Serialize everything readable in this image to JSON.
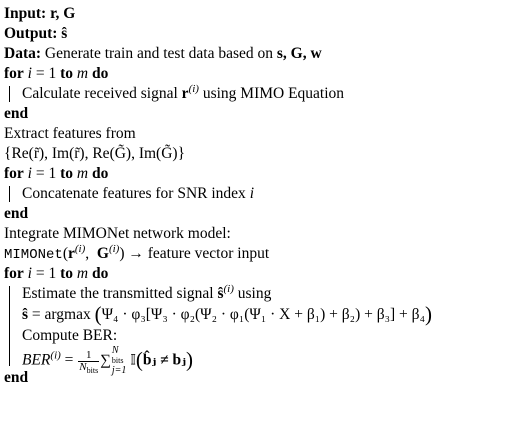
{
  "algorithm": {
    "input_label": "Input:",
    "input_value": "r, G",
    "output_label": "Output:",
    "output_value": "ŝ",
    "data_label": "Data:",
    "data_text": "Generate train and test data based on",
    "data_vars": "s, G, w",
    "for_keyword": "for",
    "for_var": "i",
    "for_range_mid": " = 1 ",
    "to_keyword": "to",
    "for_m": "m",
    "do_keyword": "do",
    "end_keyword": "end",
    "loop1_body_pre": "Calculate received signal",
    "loop1_var": "r",
    "loop1_sup": "(i)",
    "loop1_body_post": "using MIMO Equation",
    "extract_line": "Extract features from",
    "features_set": "{Re(r̃), Im(r̃), Re(G̃), Im(G̃)}",
    "loop2_body_pre": "Concatenate features for SNR index",
    "loop2_var": "i",
    "integrate_line": "Integrate MIMONet network model:",
    "mimonet_call": "MIMONet",
    "mimonet_args_open": "(",
    "mimonet_arg1": "r",
    "mimonet_arg_sup": "(i)",
    "mimonet_sep": ",  ",
    "mimonet_arg2": "G",
    "mimonet_args_close": ")",
    "mimonet_arrow": " → feature vector input",
    "loop3_line1_pre": "Estimate the transmitted signal",
    "loop3_line1_var": "ŝ",
    "loop3_line1_sup": "(i)",
    "loop3_line1_post": "using",
    "estimate_lhs": "ŝ",
    "estimate_eq": " = argmax ",
    "estimate_body": "Ψ₄ · φ₃[Ψ₃ · φ₂(Ψ₂ · φ₁(Ψ₁ · X + β₁) + β₂) + β₃] + β₄",
    "compute_ber": "Compute BER:",
    "ber_lhs": "BER",
    "ber_sup": "(i)",
    "ber_eq": " = ",
    "frac_num": "1",
    "frac_den": "N",
    "frac_den_sub": "bits",
    "sum_symbol": "∑",
    "sum_upper": "N",
    "sum_upper_sub": "bits",
    "sum_lower": "j=1",
    "indicator": "𝕀",
    "ber_body": "b̂ⱼ ≠ bⱼ"
  }
}
